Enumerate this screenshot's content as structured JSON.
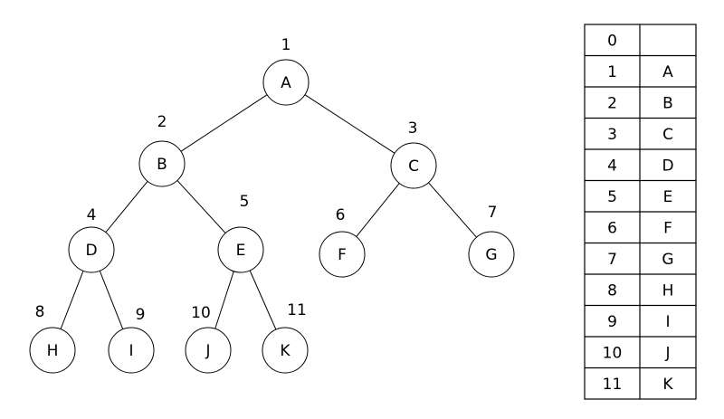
{
  "tree": {
    "nodes": [
      {
        "id": "A",
        "index": "1"
      },
      {
        "id": "B",
        "index": "2"
      },
      {
        "id": "C",
        "index": "3"
      },
      {
        "id": "D",
        "index": "4"
      },
      {
        "id": "E",
        "index": "5"
      },
      {
        "id": "F",
        "index": "6"
      },
      {
        "id": "G",
        "index": "7"
      },
      {
        "id": "H",
        "index": "8"
      },
      {
        "id": "I",
        "index": "9"
      },
      {
        "id": "J",
        "index": "10"
      },
      {
        "id": "K",
        "index": "11"
      }
    ],
    "edges": [
      [
        "A",
        "B"
      ],
      [
        "A",
        "C"
      ],
      [
        "B",
        "D"
      ],
      [
        "B",
        "E"
      ],
      [
        "C",
        "F"
      ],
      [
        "C",
        "G"
      ],
      [
        "D",
        "H"
      ],
      [
        "D",
        "I"
      ],
      [
        "E",
        "J"
      ],
      [
        "E",
        "K"
      ]
    ]
  },
  "array_table": {
    "rows": [
      {
        "index": "0",
        "value": ""
      },
      {
        "index": "1",
        "value": "A"
      },
      {
        "index": "2",
        "value": "B"
      },
      {
        "index": "3",
        "value": "C"
      },
      {
        "index": "4",
        "value": "D"
      },
      {
        "index": "5",
        "value": "E"
      },
      {
        "index": "6",
        "value": "F"
      },
      {
        "index": "7",
        "value": "G"
      },
      {
        "index": "8",
        "value": "H"
      },
      {
        "index": "9",
        "value": "I"
      },
      {
        "index": "10",
        "value": "J"
      },
      {
        "index": "11",
        "value": "K"
      }
    ]
  }
}
